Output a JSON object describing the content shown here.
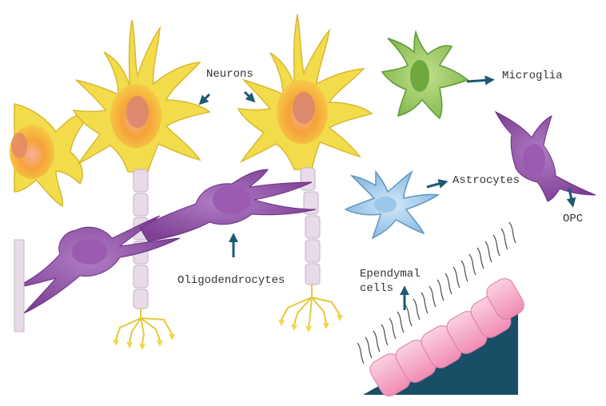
{
  "labels": {
    "neurons": "Neurons",
    "microglia": "Microglia",
    "astrocytes": "Astrocytes",
    "opc": "OPC",
    "oligodendrocytes": "Oligodendrocytes",
    "ependymal_line1": "Ependymal",
    "ependymal_line2": "cells"
  },
  "colors": {
    "arrow": "#1d5a73",
    "neuron": "#f2dc4a",
    "neuron_soma": "#f6a23a",
    "myelin": "#e8dbe8",
    "oligodendrocyte": "#8d4fa3",
    "microglia": "#8dc25a",
    "astrocyte": "#8cc0e6",
    "ependymal": "#f6aac7",
    "ventricle": "#184f66",
    "cilia": "#4a4a4a"
  }
}
